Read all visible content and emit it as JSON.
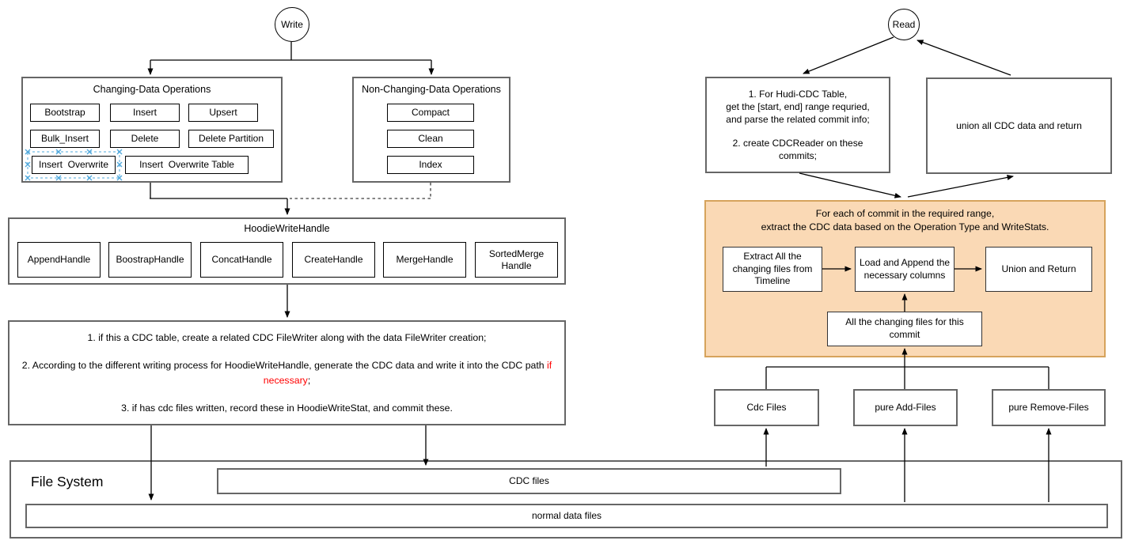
{
  "diagram": {
    "write": {
      "label": "Write"
    },
    "read": {
      "label": "Read"
    },
    "changing_ops": {
      "title": "Changing-Data Operations",
      "items": [
        "Bootstrap",
        "Insert",
        "Upsert",
        "Bulk_Insert",
        "Delete",
        "Delete Partition",
        "Insert  Overwrite",
        "Insert  Overwrite Table"
      ]
    },
    "non_changing_ops": {
      "title": "Non-Changing-Data Operations",
      "items": [
        "Compact",
        "Clean",
        "Index"
      ]
    },
    "write_handle": {
      "title": "HoodieWriteHandle",
      "items": [
        "AppendHandle",
        "BoostrapHandle",
        "ConcatHandle",
        "CreateHandle",
        "MergeHandle",
        "SortedMerge Handle"
      ]
    },
    "write_steps": {
      "step1": "1. if this a CDC table, create a related CDC FileWriter along with the data FileWriter creation;",
      "step2_prefix": "2. According to the different writing process for HoodieWriteHandle, generate the CDC data and write it into the CDC path ",
      "step2_highlight": "if necessary",
      "step2_suffix": ";",
      "step3": "3. if has cdc files written, record these in HoodieWriteStat, and commit these."
    },
    "read_left_box": {
      "line1": "1. For Hudi-CDC Table,",
      "line2": "get the [start, end] range requried,",
      "line3": "and parse the related commit info;",
      "line4": "2. create CDCReader on these",
      "line5": "commits;"
    },
    "read_union_box": {
      "label": "union all CDC data and return"
    },
    "orange_box": {
      "title_line1": "For each of commit in the required range,",
      "title_line2": "extract the CDC data based on the Operation Type and WriteStats.",
      "extract": "Extract All the changing files from Timeline",
      "load": "Load and Append the necessary columns",
      "union_return": "Union and Return",
      "all_changing": "All the changing files for this commit"
    },
    "file_groups": {
      "cdc": "Cdc Files",
      "add": "pure Add-Files",
      "remove": "pure Remove-Files"
    },
    "file_system": {
      "title": "File System",
      "cdc_files": "CDC files",
      "normal_files": "normal data files"
    }
  },
  "colors": {
    "orange_fill": "#FAD9B5",
    "orange_border": "#D6A35C",
    "highlight_red": "#FF0000",
    "selection_blue": "#4FA8DC",
    "frame_border": "#666666"
  }
}
